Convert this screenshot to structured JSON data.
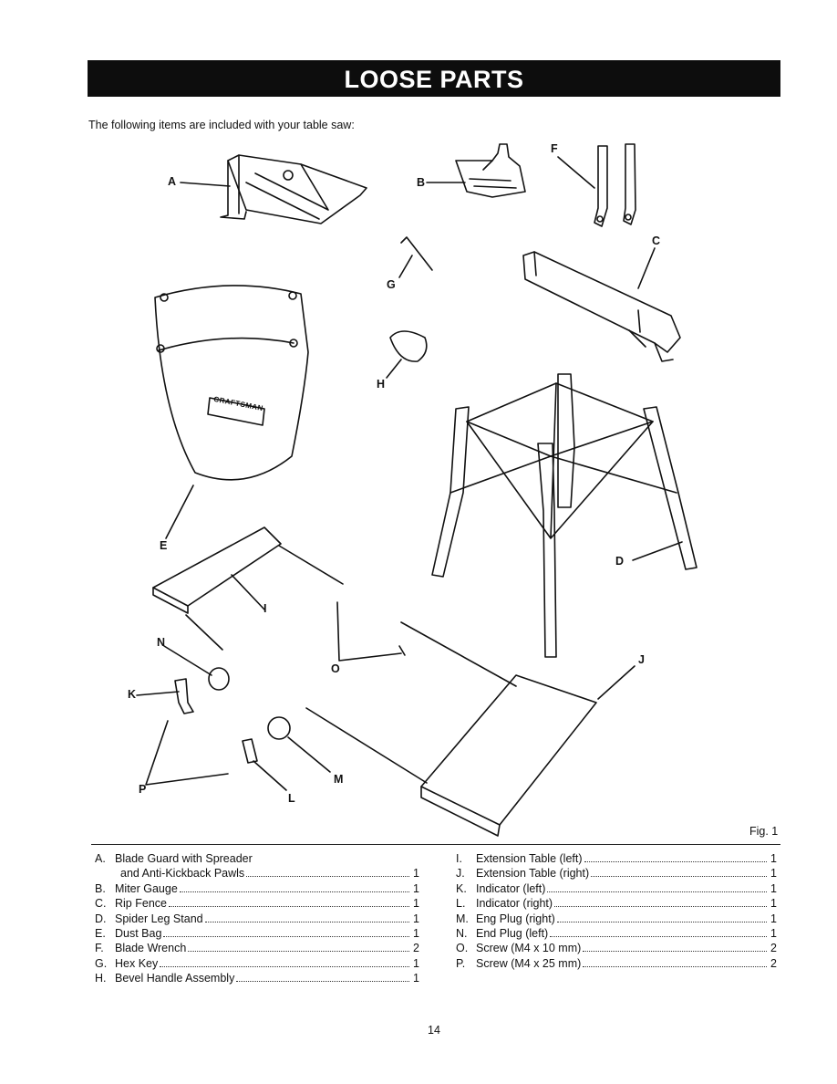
{
  "header": {
    "title": "LOOSE PARTS"
  },
  "intro": "The following items are included with your table saw:",
  "callouts": {
    "A": "A",
    "B": "B",
    "C": "C",
    "D": "D",
    "E": "E",
    "F": "F",
    "G": "G",
    "H": "H",
    "I": "I",
    "J": "J",
    "K": "K",
    "L": "L",
    "M": "M",
    "N": "N",
    "O": "O",
    "P": "P"
  },
  "bag_brand": "CRAFTSMAN",
  "fig_label": "Fig. 1",
  "parts_left": [
    {
      "key": "A.",
      "name": "Blade Guard with Spreader",
      "qty": ""
    },
    {
      "key": "",
      "name": "and Anti-Kickback Pawls",
      "qty": "1"
    },
    {
      "key": "B.",
      "name": "Miter Gauge",
      "qty": "1"
    },
    {
      "key": "C.",
      "name": "Rip Fence",
      "qty": "1"
    },
    {
      "key": "D.",
      "name": "Spider Leg Stand",
      "qty": "1"
    },
    {
      "key": "E.",
      "name": "Dust Bag",
      "qty": "1"
    },
    {
      "key": "F.",
      "name": "Blade Wrench",
      "qty": "2"
    },
    {
      "key": "G.",
      "name": "Hex Key",
      "qty": "1"
    },
    {
      "key": "H.",
      "name": "Bevel Handle Assembly",
      "qty": "1"
    }
  ],
  "parts_right": [
    {
      "key": "I.",
      "name": "Extension Table (left)",
      "qty": "1"
    },
    {
      "key": "J.",
      "name": "Extension Table (right)",
      "qty": "1"
    },
    {
      "key": "K.",
      "name": "Indicator (left)",
      "qty": "1"
    },
    {
      "key": "L.",
      "name": "Indicator (right)",
      "qty": "1"
    },
    {
      "key": "M.",
      "name": "Eng Plug (right)",
      "qty": "1"
    },
    {
      "key": "N.",
      "name": "End Plug (left)",
      "qty": "1"
    },
    {
      "key": "O.",
      "name": "Screw (M4 x 10 mm)",
      "qty": "2"
    },
    {
      "key": "P.",
      "name": "Screw (M4 x 25 mm)",
      "qty": "2"
    }
  ],
  "page_number": "14"
}
